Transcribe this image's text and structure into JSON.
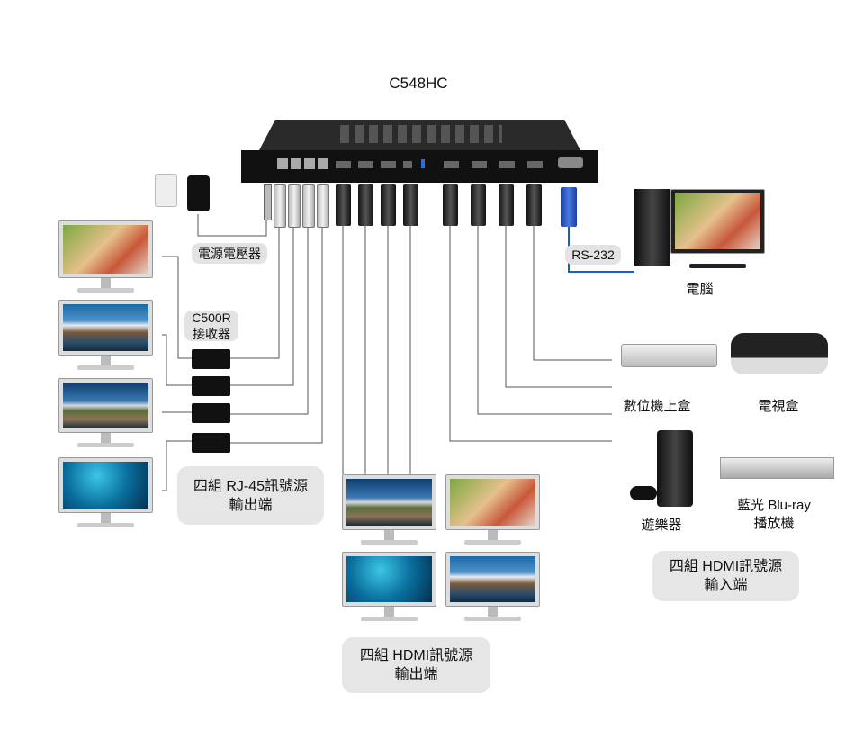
{
  "title": "C548HC",
  "labels": {
    "power_adapter": "電源電壓器",
    "rs232": "RS-232",
    "computer": "電腦",
    "receiver_line1": "C500R",
    "receiver_line2": "接收器",
    "set_top_box": "數位機上盒",
    "tv_box": "電視盒",
    "game_console": "遊樂器",
    "bluray_line1": "藍光 Blu-ray",
    "bluray_line2": "播放機",
    "rj45_out_line1": "四組 RJ-45訊號源",
    "rj45_out_line2": "輸出端",
    "hdmi_out_line1": "四組 HDMI訊號源",
    "hdmi_out_line2": "輸出端",
    "hdmi_in_line1": "四組 HDMI訊號源",
    "hdmi_in_line2": "輸入端"
  },
  "colors": {
    "device": "#151515",
    "cable_line": "#555555",
    "rs232_line": "#1a5fc8",
    "label_bg": "#e3e3e3"
  }
}
